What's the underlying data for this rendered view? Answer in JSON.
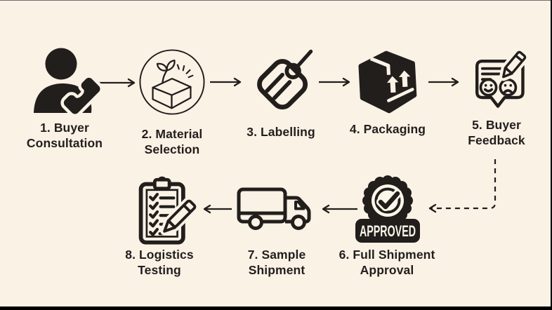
{
  "diagram": {
    "type": "process-flowchart",
    "colors": {
      "background": "#fbf2e6",
      "ink": "#211e1c",
      "frame": "#000000",
      "badge_text_color": "#fdf6ea"
    },
    "steps": [
      {
        "id": 1,
        "label": "1. Buyer\nConsultation",
        "icon": "person-with-phone-icon"
      },
      {
        "id": 2,
        "label": "2. Material\nSelection",
        "icon": "box-with-sprout-icon"
      },
      {
        "id": 3,
        "label": "3. Labelling",
        "icon": "price-tag-icon"
      },
      {
        "id": 4,
        "label": "4. Packaging",
        "icon": "shipping-box-icon"
      },
      {
        "id": 5,
        "label": "5. Buyer\nFeedback",
        "icon": "feedback-bubble-icon"
      },
      {
        "id": 6,
        "label": "6. Full Shipment\nApproval",
        "icon": "approved-badge-icon",
        "badge_text": "APPROVED"
      },
      {
        "id": 7,
        "label": "7. Sample\nShipment",
        "icon": "delivery-truck-icon"
      },
      {
        "id": 8,
        "label": "8. Logistics\nTesting",
        "icon": "checklist-clipboard-icon"
      }
    ],
    "connectors": [
      {
        "from": 1,
        "to": 2,
        "style": "solid",
        "direction": "right"
      },
      {
        "from": 2,
        "to": 3,
        "style": "solid",
        "direction": "right"
      },
      {
        "from": 3,
        "to": 4,
        "style": "solid",
        "direction": "right"
      },
      {
        "from": 4,
        "to": 5,
        "style": "solid",
        "direction": "right"
      },
      {
        "from": 5,
        "to": 6,
        "style": "dashed",
        "direction": "down-then-left"
      },
      {
        "from": 6,
        "to": 7,
        "style": "solid",
        "direction": "left"
      },
      {
        "from": 7,
        "to": 8,
        "style": "solid",
        "direction": "left"
      }
    ]
  }
}
